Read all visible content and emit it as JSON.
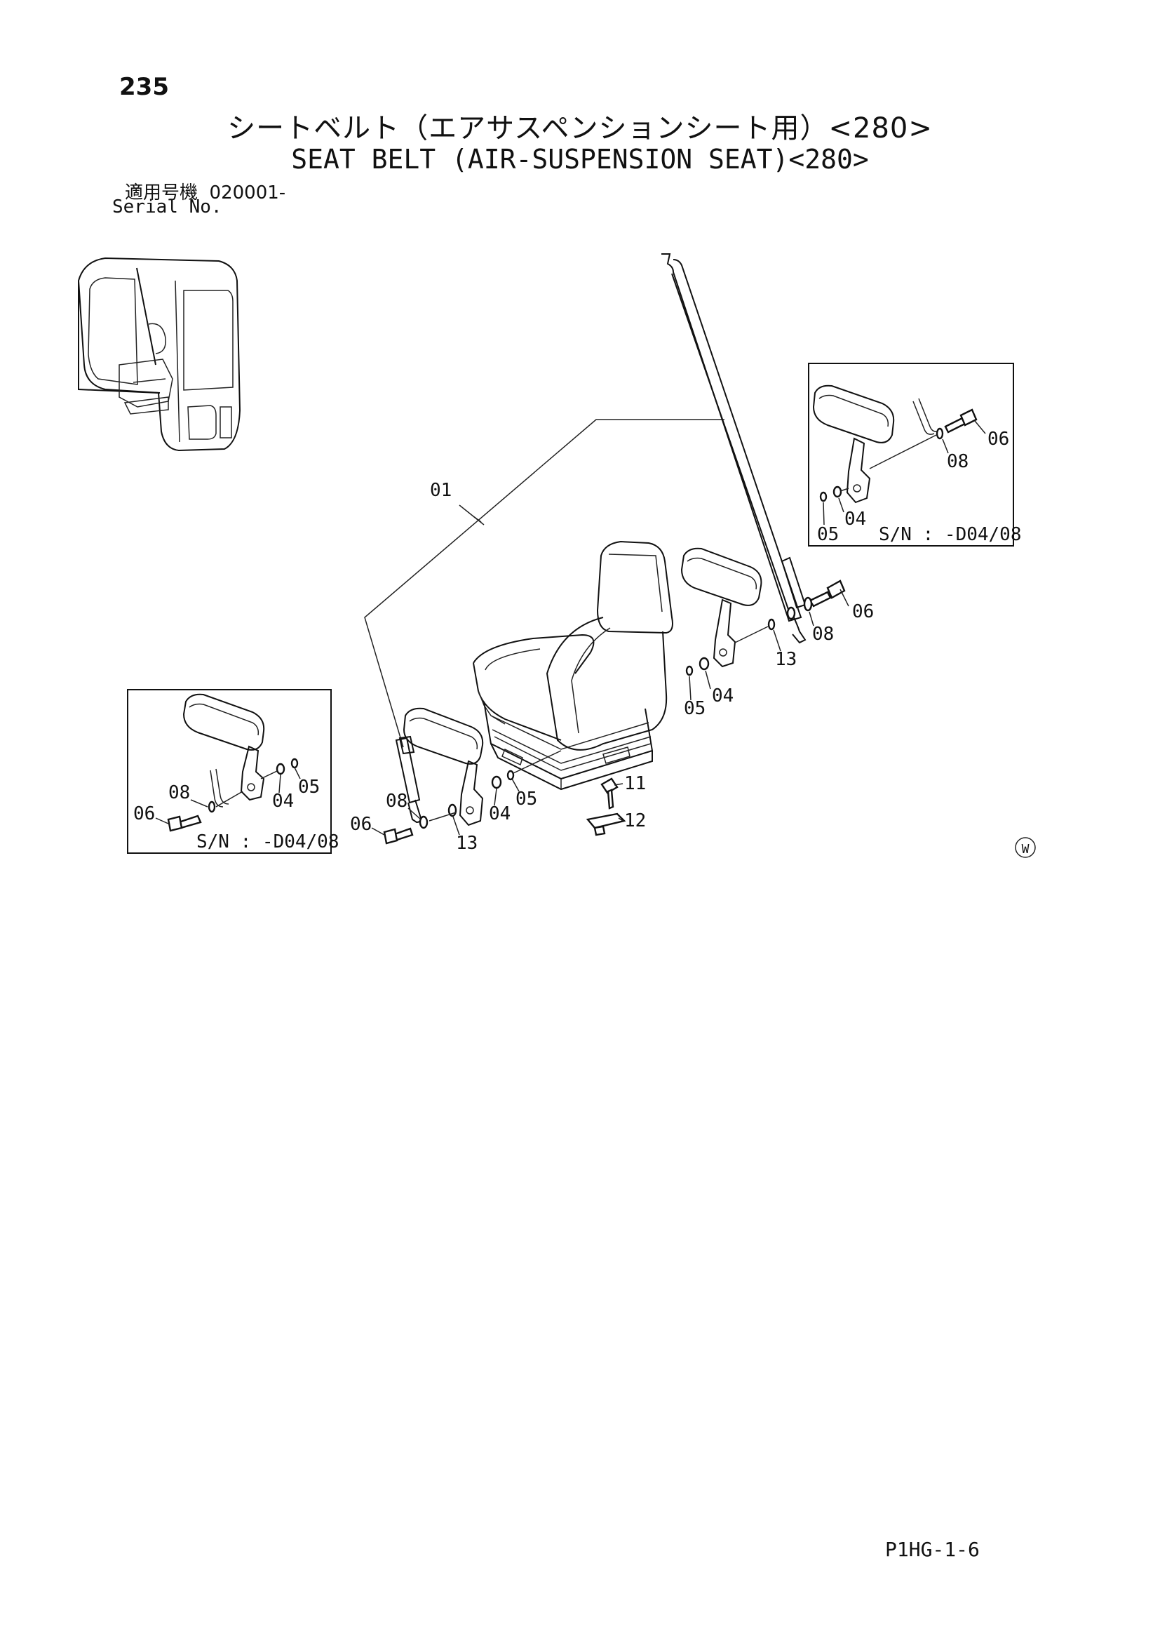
{
  "header": {
    "page_number": "235",
    "title_ja": "シートベルト（エアサスペンションシート用）<280>",
    "title_en": "SEAT BELT (AIR-SUSPENSION SEAT)<280>",
    "serial_label_ja": "適用号機",
    "serial_value": "020001-",
    "serial_label_en": "Serial No."
  },
  "callouts": {
    "c01": "01",
    "c04a": "04",
    "c05a": "05",
    "c06a": "06",
    "c08a": "08",
    "c13a": "13",
    "c04b": "04",
    "c05b": "05",
    "c06b": "06",
    "c08b": "08",
    "c13b": "13",
    "c11": "11",
    "c12": "12",
    "inset_right": {
      "c04": "04",
      "c05": "05",
      "c06": "06",
      "c08": "08",
      "sn": "S/N : -D04/08"
    },
    "inset_left": {
      "c04": "04",
      "c05": "05",
      "c06": "06",
      "c08": "08",
      "sn": "S/N : -D04/08"
    }
  },
  "mark": "W",
  "footer": {
    "code": "P1HG-1-6"
  }
}
